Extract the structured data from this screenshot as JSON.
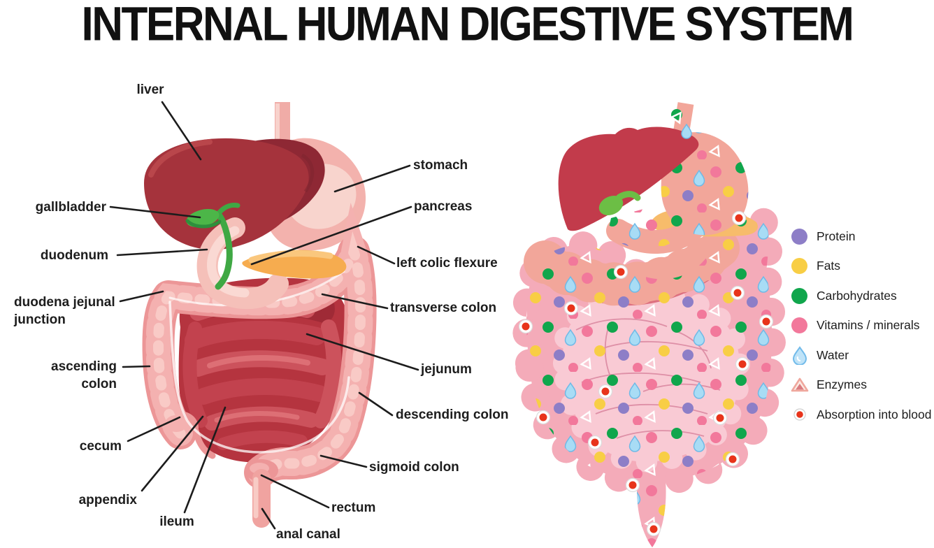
{
  "title": "INTERNAL HUMAN DIGESTIVE SYSTEM",
  "anatomy_labels": [
    {
      "id": "liver",
      "text": "liver"
    },
    {
      "id": "gallbladder",
      "text": "gallbladder"
    },
    {
      "id": "duodenum",
      "text": "duodenum"
    },
    {
      "id": "duodena-jejunal-junction",
      "text": "duodena jejunal junction"
    },
    {
      "id": "ascending-colon",
      "text": "ascending colon"
    },
    {
      "id": "cecum",
      "text": "cecum"
    },
    {
      "id": "appendix",
      "text": "appendix"
    },
    {
      "id": "ileum",
      "text": "ileum"
    },
    {
      "id": "stomach",
      "text": "stomach"
    },
    {
      "id": "pancreas",
      "text": "pancreas"
    },
    {
      "id": "left-colic-flexure",
      "text": "left colic flexure"
    },
    {
      "id": "transverse-colon",
      "text": "transverse colon"
    },
    {
      "id": "jejunum",
      "text": "jejunum"
    },
    {
      "id": "descending-colon",
      "text": "descending colon"
    },
    {
      "id": "sigmoid-colon",
      "text": "sigmoid colon"
    },
    {
      "id": "rectum",
      "text": "rectum"
    },
    {
      "id": "anal-canal",
      "text": "anal canal"
    }
  ],
  "legend": {
    "items": [
      {
        "label": "Protein",
        "color": "#8D7EC7",
        "shape": "circle"
      },
      {
        "label": "Fats",
        "color": "#F8CE45",
        "shape": "circle"
      },
      {
        "label": "Carbohydrates",
        "color": "#10A64C",
        "shape": "circle"
      },
      {
        "label": "Vitamins / minerals",
        "color": "#F2789B",
        "shape": "circle"
      },
      {
        "label": "Water",
        "color": "#BFE3F8",
        "shape": "droplet"
      },
      {
        "label": "Enzymes",
        "color": "#EFA79D",
        "shape": "triangle-outline"
      },
      {
        "label": "Absorption into blood",
        "color": "#E8341B",
        "shape": "dot-ring"
      }
    ]
  }
}
